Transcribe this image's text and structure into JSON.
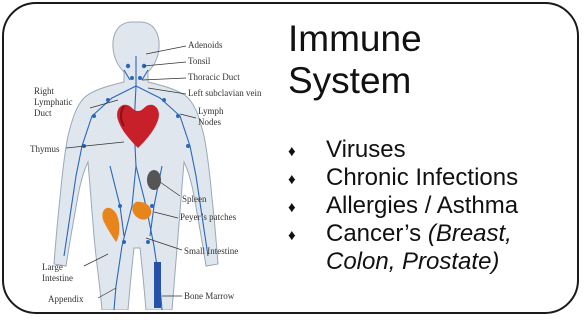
{
  "title": {
    "line1": "Immune",
    "line2": "System"
  },
  "bullet_glyph": "♦",
  "items": [
    {
      "label": "Viruses"
    },
    {
      "label": "Chronic Infections"
    },
    {
      "label": "Allergies / Asthma"
    },
    {
      "label": "Cancer’s ",
      "detail_1": "(Breast,",
      "detail_2": "Colon, Prostate)"
    }
  ],
  "diagram_labels": {
    "adenoids": "Adenoids",
    "tonsil": "Tonsil",
    "thoracic_duct": "Thoracic Duct",
    "left_subclavian": "Left subclavian vein",
    "right_lymphatic_1": "Right",
    "right_lymphatic_2": "Lymphatic",
    "right_lymphatic_3": "Duct",
    "lymph_nodes_1": "Lymph",
    "lymph_nodes_2": "Nodes",
    "thymus": "Thymus",
    "spleen": "Spleen",
    "peyers": "Peyer’s patches",
    "small_intestine": "Small Intestine",
    "large_intestine_1": "Large",
    "large_intestine_2": "Intestine",
    "appendix": "Appendix",
    "bone_marrow": "Bone Marrow"
  },
  "colors": {
    "body": "#dfe6ee",
    "lymph": "#2a68b8",
    "heart": "#c8202a",
    "intestine": "#e8841c",
    "marrow": "#2552a8",
    "spleen": "#555555"
  }
}
